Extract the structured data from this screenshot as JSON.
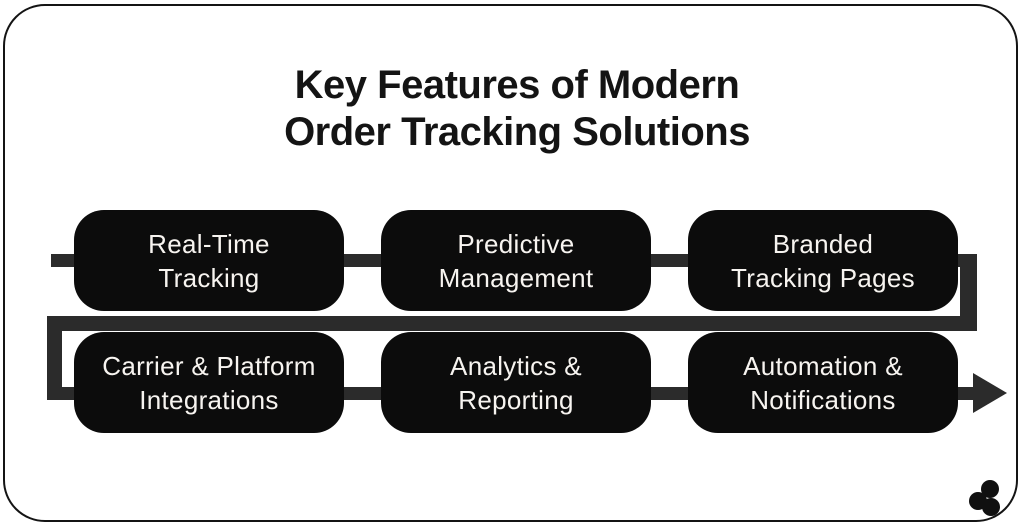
{
  "title": {
    "line1": "Key Features of Modern",
    "line2": "Order Tracking Solutions"
  },
  "features": [
    {
      "label": "Real-Time\nTracking"
    },
    {
      "label": "Predictive\nManagement"
    },
    {
      "label": "Branded\nTracking Pages"
    },
    {
      "label": "Carrier & Platform\nIntegrations"
    },
    {
      "label": "Analytics &\nReporting"
    },
    {
      "label": "Automation &\nNotifications"
    }
  ],
  "flow": {
    "shape": "s-curve-left-to-right",
    "end_marker": "right-arrow"
  },
  "colors": {
    "background": "#ffffff",
    "card_border": "#141414",
    "box_background": "#0c0c0c",
    "box_text": "#f7f4f0",
    "connector": "#2b2b2b",
    "title_text": "#141414",
    "logo": "#101010"
  }
}
